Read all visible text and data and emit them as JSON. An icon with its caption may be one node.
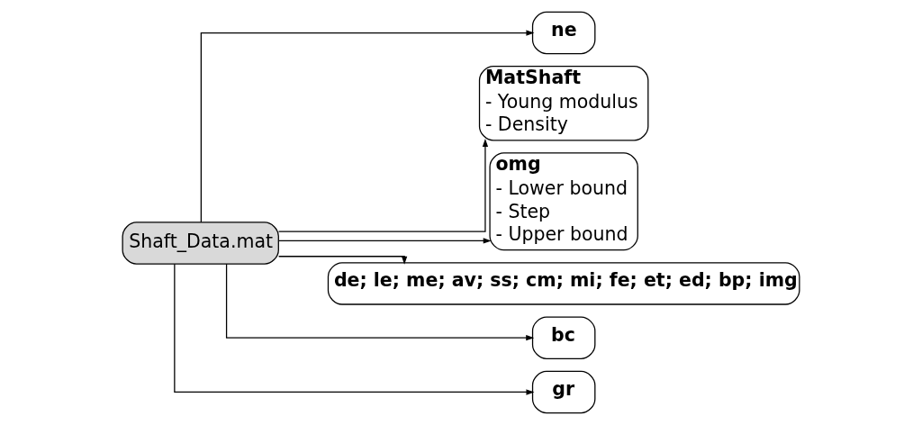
{
  "diagram": {
    "nodes": [
      {
        "text": [
          "Shaft_Data.mat"
        ]
      },
      {
        "text": [
          "ne"
        ]
      },
      {
        "text": [
          "MatShaft",
          "- Young modulus",
          "- Density"
        ]
      },
      {
        "text": [
          "omg",
          "- Lower bound",
          "- Step",
          "- Upper bound"
        ]
      },
      {
        "text": [
          "de; le; me; av; ss; cm; mi; fe; et; ed; bp; img"
        ]
      },
      {
        "text": [
          "bc"
        ]
      },
      {
        "text": [
          "gr"
        ]
      }
    ],
    "edges": [
      {
        "from": 0,
        "to": 1,
        "arrow": "to"
      },
      {
        "from": 0,
        "to": 2,
        "arrow": "to"
      },
      {
        "from": 0,
        "to": 3,
        "arrow": "to"
      },
      {
        "from": 0,
        "to": 4,
        "arrow": "to"
      },
      {
        "from": 0,
        "to": 5,
        "arrow": "to"
      },
      {
        "from": 0,
        "to": 6,
        "arrow": "to"
      }
    ]
  }
}
